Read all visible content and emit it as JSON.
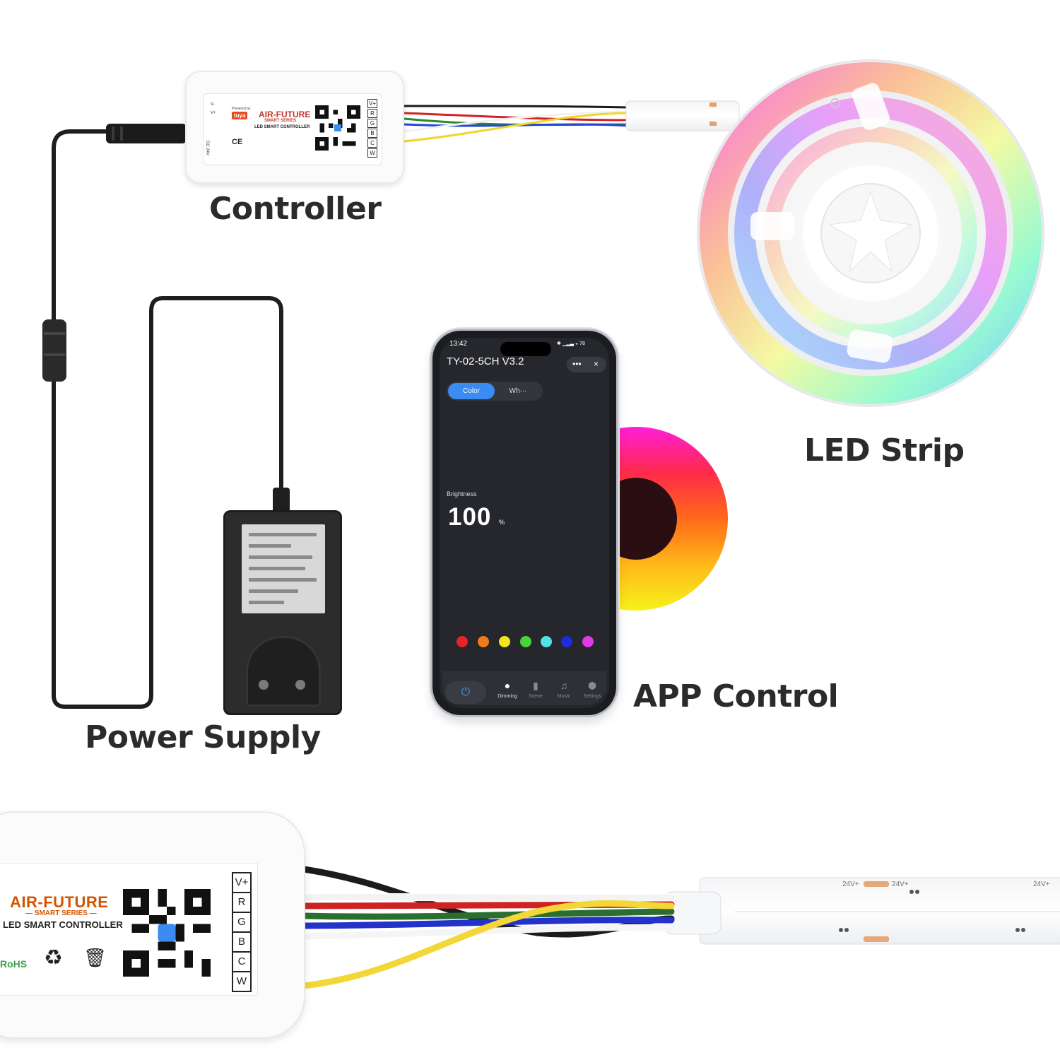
{
  "labels": {
    "controller": "Controller",
    "led_strip": "LED Strip",
    "app_control": "APP Control",
    "power_supply": "Power Supply"
  },
  "controller_label": {
    "brand": "AIR-FUTURE",
    "series": "SMART SERIES",
    "model": "LED SMART CONTROLLER",
    "powered_by": "Powered by",
    "tuya": "tuya",
    "v_minus": "V-",
    "v_plus": "V+",
    "dc_in": "DC 24V",
    "certs": "CE",
    "pins": [
      "V+",
      "R",
      "G",
      "B",
      "C",
      "W"
    ]
  },
  "big_controller_label": {
    "brand": "AIR-FUTURE",
    "series": "— SMART SERIES —",
    "model": "LED SMART CONTROLLER",
    "rohs": "RoHS",
    "pins": [
      "V+",
      "R",
      "G",
      "B",
      "C",
      "W"
    ]
  },
  "strip_marks": [
    "24V+",
    "24V+",
    "24V+"
  ],
  "phone": {
    "time": "13:42",
    "status": "✱ ▁▂▃ ◒ 78",
    "app_title": "TY-02-5CH V3.2",
    "more": "•••",
    "close": "×",
    "tab_color": "Color",
    "tab_white": "Wh···",
    "brightness_label": "Brightness",
    "brightness_value": "100",
    "brightness_unit": "%",
    "brightness_level": 1.0,
    "swatches": [
      "#e8222c",
      "#f07b1b",
      "#f3e61e",
      "#46d63a",
      "#4fe3e8",
      "#1f2be0",
      "#e23ae6"
    ],
    "power_icon": "power-icon",
    "nav": [
      {
        "label": "Dimming",
        "icon": "bulb-icon",
        "glyph": "●"
      },
      {
        "label": "Scene",
        "icon": "scene-icon",
        "glyph": "▮"
      },
      {
        "label": "Music",
        "icon": "music-icon",
        "glyph": "♫"
      },
      {
        "label": "Settings",
        "icon": "settings-icon",
        "glyph": "⬢"
      }
    ]
  },
  "colors": {
    "label_text": "#2b2b2b",
    "accent_blue": "#3a8bf2",
    "brand_orange": "#d35400",
    "cable_black": "#1e1e1e"
  }
}
